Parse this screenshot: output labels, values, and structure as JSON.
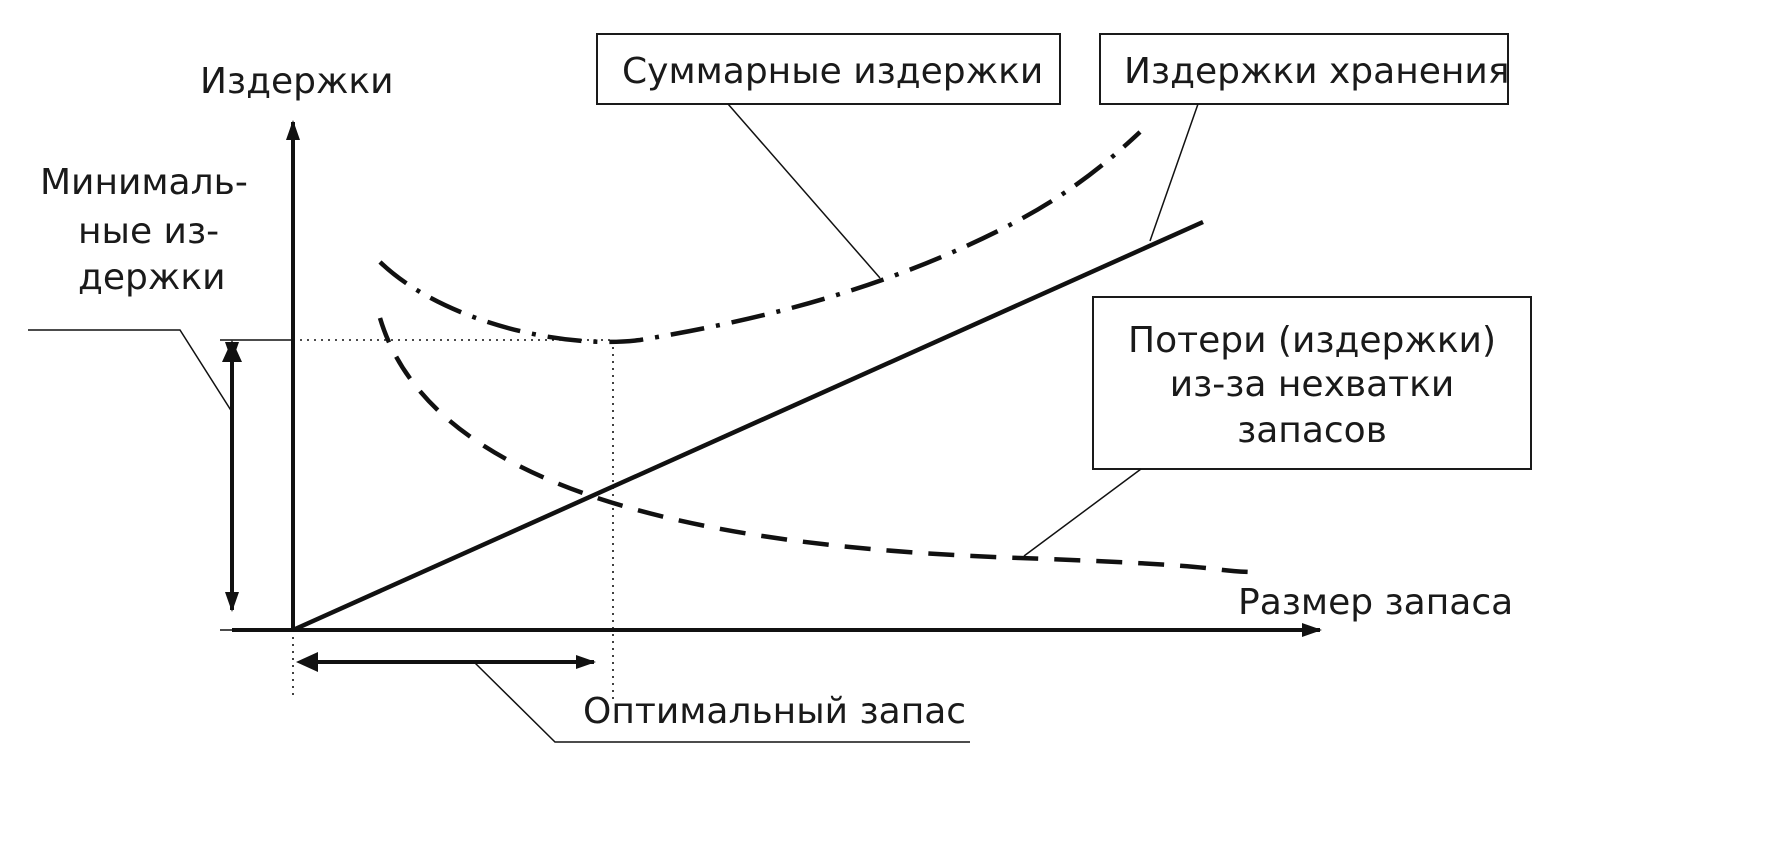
{
  "axes": {
    "y_label": "Издержки",
    "x_label": "Размер запаса"
  },
  "labels": {
    "min_costs_line1": "Минималь-",
    "min_costs_line2": "ные из-",
    "min_costs_line3": "держки",
    "total_costs": "Суммарные издержки",
    "storage_costs": "Издержки хранения",
    "shortage_line1": "Потери (издержки)",
    "shortage_line2": "из-за нехватки",
    "shortage_line3": "запасов",
    "optimal_stock": "Оптимальный запас"
  }
}
